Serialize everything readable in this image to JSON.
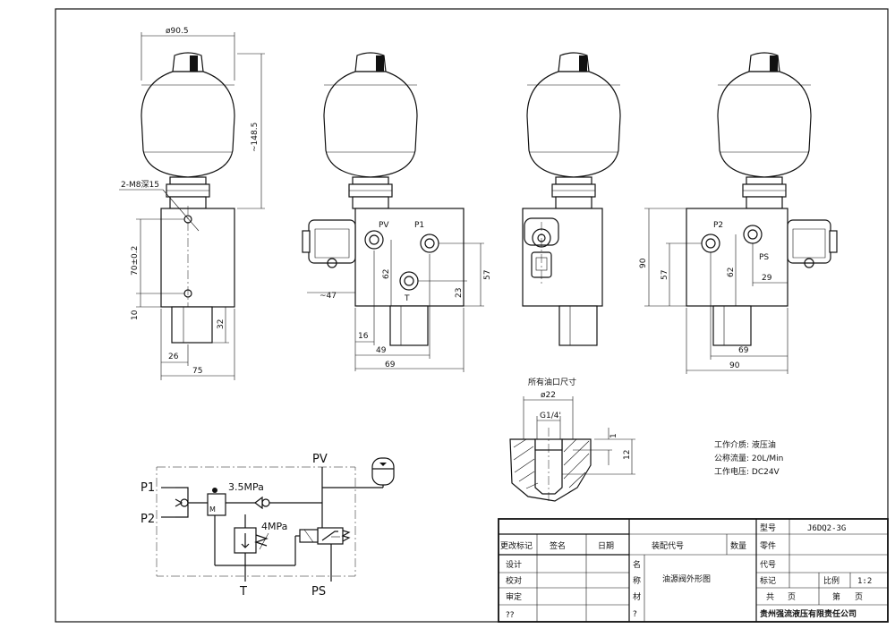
{
  "views": {
    "front": {
      "dims": {
        "diameter": "ø90.5",
        "height": "~148.5",
        "bolt": "2-M8深15",
        "hole_spacing": "70±0.2",
        "bottom": "10",
        "shaft_len": "32",
        "shaft_offset": "26",
        "width": "75"
      }
    },
    "side1": {
      "ports": {
        "pv": "PV",
        "p1": "P1",
        "t": "T"
      },
      "dims": {
        "d47": "~47",
        "d62": "62",
        "d57": "57",
        "d23": "23",
        "d16": "16",
        "d49": "49",
        "d69": "69"
      }
    },
    "side3": {
      "ports": {
        "p2": "P2",
        "ps": "PS"
      },
      "dims": {
        "d90v": "90",
        "d57": "57",
        "d62": "62",
        "d29": "29",
        "d69": "69",
        "d90h": "90"
      }
    }
  },
  "port_detail": {
    "title": "所有油口尺寸",
    "dia": "ø22",
    "thread": "G1/4'",
    "depth1": "1",
    "depth12": "12"
  },
  "specs": {
    "medium": "工作介质: 液压油",
    "flow": "公称流量: 20L/Min",
    "voltage": "工作电压: DC24V"
  },
  "schematic": {
    "p1": "P1",
    "p2": "P2",
    "pv": "PV",
    "t": "T",
    "ps": "PS",
    "p35": "3.5MPa",
    "p4": "4MPa",
    "m": "M"
  },
  "title_block": {
    "model_label": "型号",
    "model_value": "J6DQ2-3G",
    "part_label": "零件",
    "code_label": "代号",
    "mark_label": "标记",
    "scale_label": "比例",
    "scale_value": "1:2",
    "total_label": "共",
    "page_unit1": "页",
    "sheet_label": "第",
    "page_unit2": "页",
    "company": "贵州强流液压有限责任公司",
    "drawing_name": "油源阀外形图",
    "name_label": "名",
    "call_label": "称",
    "material_label": "材",
    "mod_label": "更改标记",
    "sign_label": "签名",
    "date_label": "日期",
    "assembly_label": "装配代号",
    "qty_label": "数量",
    "design_label": "设计",
    "check_label": "校对",
    "review_label": "审定",
    "extra1": "??",
    "extra2": "?"
  }
}
